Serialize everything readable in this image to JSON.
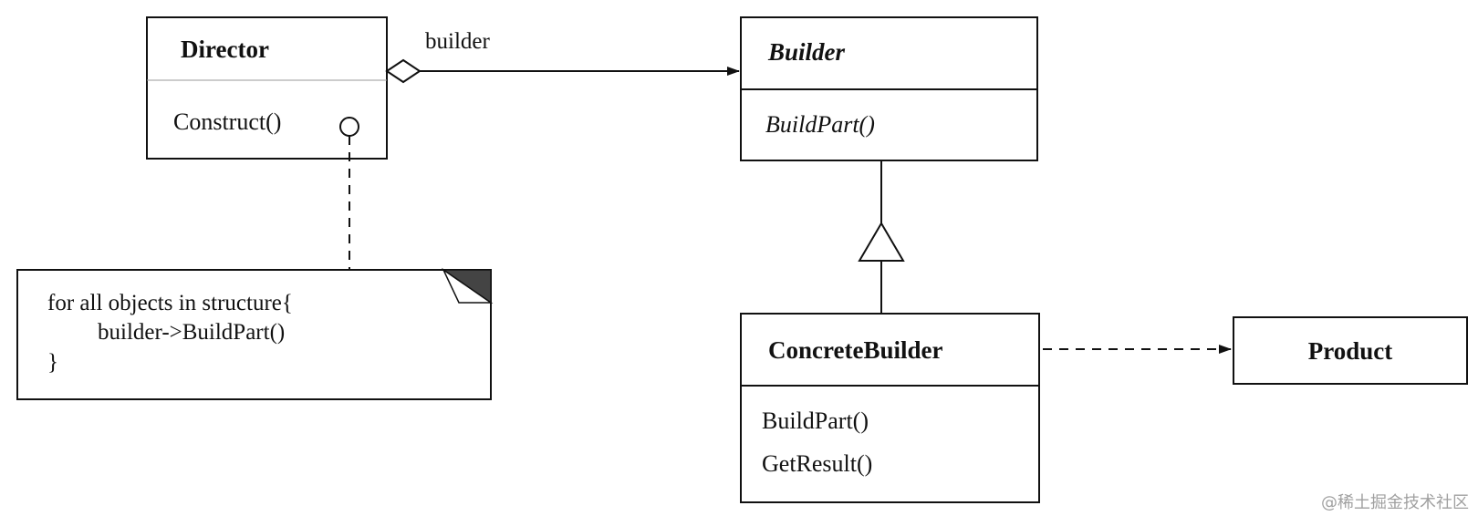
{
  "classes": {
    "director": {
      "name": "Director",
      "operations": [
        "Construct()"
      ]
    },
    "builder": {
      "name": "Builder",
      "operations": [
        "BuildPart()"
      ]
    },
    "concrete_builder": {
      "name": "ConcreteBuilder",
      "operations": [
        "BuildPart()",
        "GetResult()"
      ]
    },
    "product": {
      "name": "Product"
    }
  },
  "association_label": "builder",
  "note": {
    "lines": [
      "for all objects in structure{",
      "builder->BuildPart()",
      "}"
    ]
  },
  "watermark": "@稀土掘金技术社区"
}
